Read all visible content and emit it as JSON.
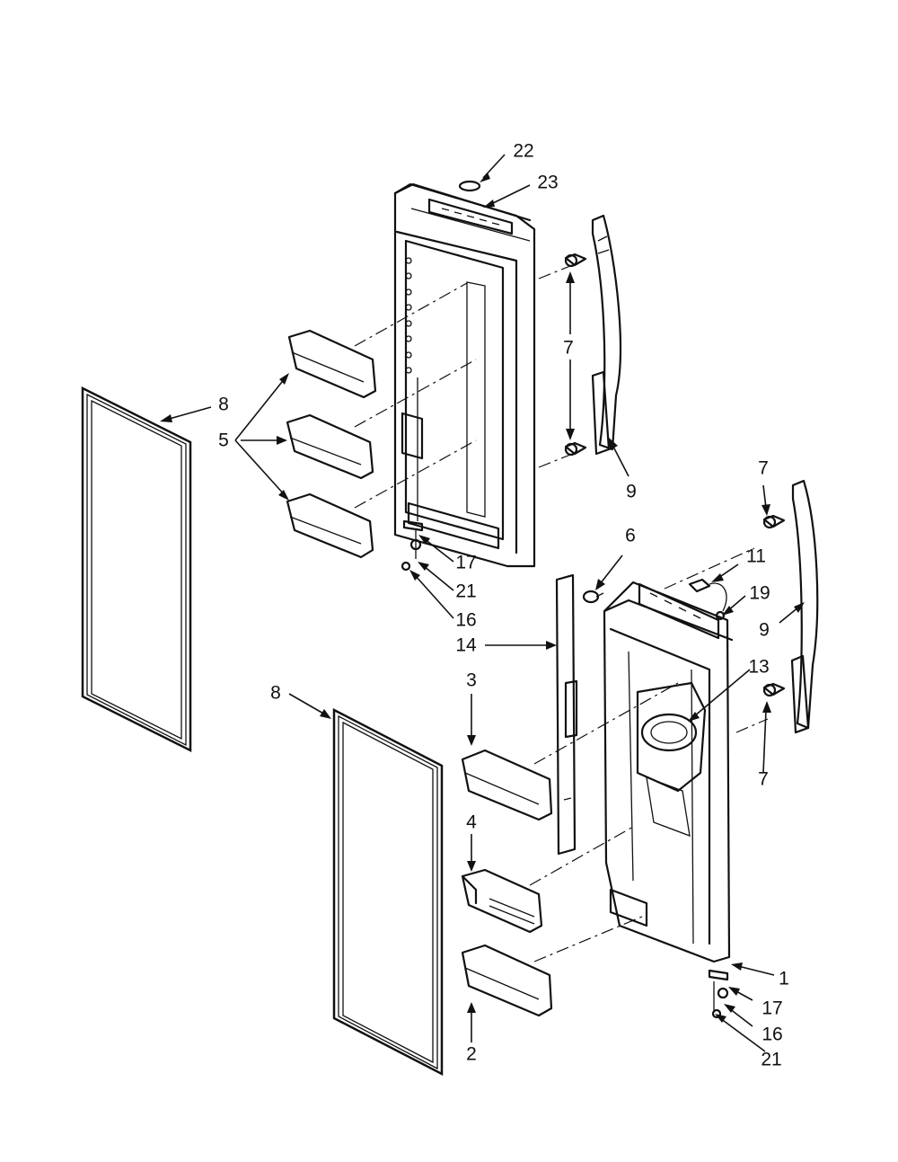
{
  "callouts": {
    "c22": "22",
    "c23": "23",
    "c7_upper": "7",
    "c8_upper": "8",
    "c5": "5",
    "c9_upper": "9",
    "c17_upper": "17",
    "c21_upper": "21",
    "c16_upper": "16",
    "c6": "6",
    "c7_right_top": "7",
    "c11": "11",
    "c19": "19",
    "c9_lower": "9",
    "c14": "14",
    "c3": "3",
    "c13": "13",
    "c8_lower": "8",
    "c7_right_bottom": "7",
    "c4": "4",
    "c1": "1",
    "c17_lower": "17",
    "c16_lower": "16",
    "c2": "2",
    "c21_lower": "21"
  }
}
